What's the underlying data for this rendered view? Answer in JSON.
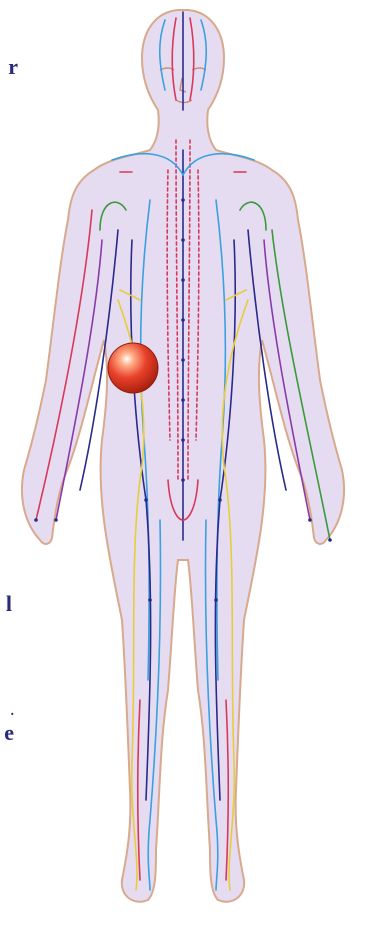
{
  "text_fragments": {
    "top": "r",
    "middle": "l",
    "bottom_1": ".",
    "bottom_2": "e"
  },
  "colors": {
    "body_fill": "#e6dcf2",
    "body_outline": "#d8a98c",
    "meridian_blue": "#3aa0e0",
    "meridian_navy": "#2a2a8a",
    "meridian_red": "#d8385a",
    "meridian_green": "#3a9a3a",
    "meridian_yellow": "#e8cc3a",
    "meridian_purple": "#8a3aa8",
    "marker": "#e8402a"
  }
}
